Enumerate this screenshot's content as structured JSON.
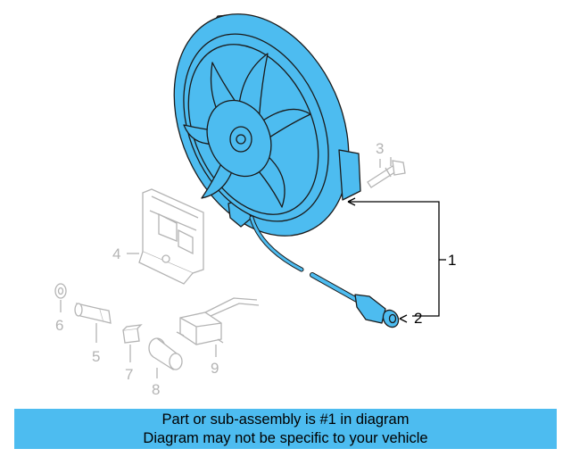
{
  "callouts": {
    "p1": "1",
    "p2": "2",
    "p3": "3",
    "p4": "4",
    "p5": "5",
    "p6": "6",
    "p7": "7",
    "p8": "8",
    "p9": "9"
  },
  "banner": {
    "line1": "Part or sub-assembly is #1 in diagram",
    "line2": "Diagram may not be specific to your vehicle"
  },
  "colors": {
    "highlight": "#4dbcf0",
    "inactive": "#b4b4b4",
    "outline": "#000000"
  }
}
